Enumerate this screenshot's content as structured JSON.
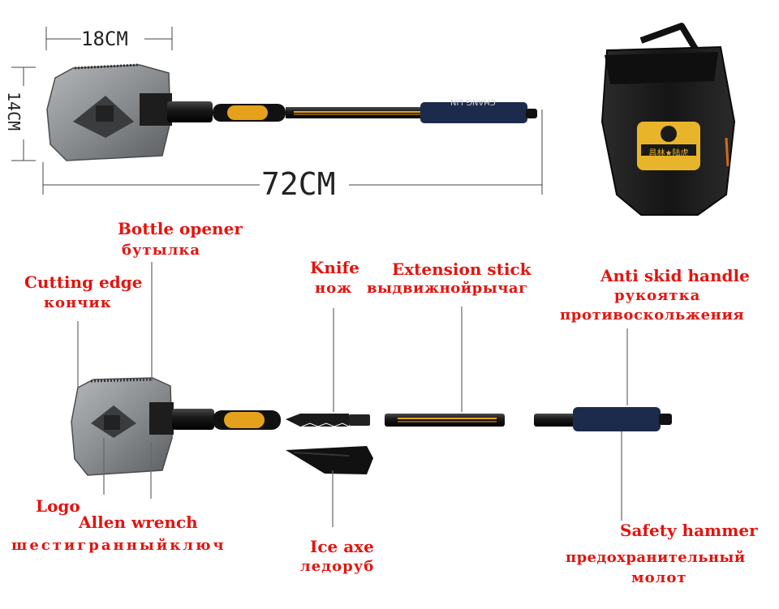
{
  "dimensions": {
    "width_label": "18CM",
    "height_label": "14CM",
    "length_label": "72CM"
  },
  "labels": {
    "bottle_opener": {
      "en": "Bottle opener",
      "ru": "бутылка"
    },
    "cutting_edge": {
      "en": "Cutting edge",
      "ru": "кончик"
    },
    "knife": {
      "en": "Knife",
      "ru": "нож"
    },
    "extension_stick": {
      "en": "Extension stick",
      "ru": "выдвижнойрычаг"
    },
    "anti_skid_handle": {
      "en": "Anti skid handle",
      "ru1": "рукоятка",
      "ru2": "противоскольжения"
    },
    "logo": {
      "en": "Logo"
    },
    "allen_wrench": {
      "en": "Allen wrench",
      "ru": "шестигранныйключ"
    },
    "ice_axe": {
      "en": "Ice axe",
      "ru": "ледоруб"
    },
    "safety_hammer": {
      "en": "Safety hammer",
      "ru1": "предохранительный",
      "ru2": "молот"
    }
  },
  "product": {
    "handle_text": "CHANG LIN",
    "bag_badge_text": "昌林★陆虎"
  },
  "colors": {
    "label_red": "#e3140f",
    "blade_grey": "#8a8d90",
    "handle_black": "#141414",
    "grip_yellow": "#e5a11b",
    "grip_blue": "#1c2a4c"
  }
}
